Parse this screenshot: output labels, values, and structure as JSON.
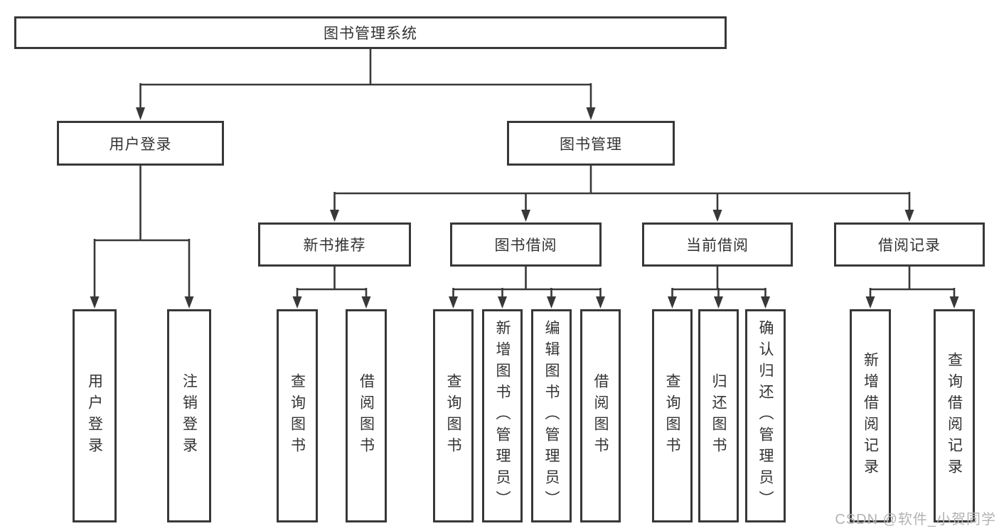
{
  "nodes": {
    "root": "图书管理系统",
    "level2": [
      {
        "label": "用户登录"
      },
      {
        "label": "图书管理"
      }
    ],
    "level3": [
      {
        "label": "新书推荐"
      },
      {
        "label": "图书借阅"
      },
      {
        "label": "当前借阅"
      },
      {
        "label": "借阅记录"
      }
    ],
    "leaves": {
      "login": [
        "用户登录",
        "注销登录"
      ],
      "recommend": [
        "查询图书",
        "借阅图书"
      ],
      "borrow": [
        "查询图书",
        "新增图书（管理员）",
        "编辑图书（管理员）",
        "借阅图书"
      ],
      "current": [
        "查询图书",
        "归还图书",
        "确认归还（管理员）"
      ],
      "records": [
        "新增借阅记录",
        "查询借阅记录"
      ]
    }
  },
  "watermark": "CSDN @软件_小贺同学",
  "colors": {
    "line": "#383838",
    "text": "#333333",
    "watermark": "#b3b3b3",
    "background": "#ffffff"
  }
}
